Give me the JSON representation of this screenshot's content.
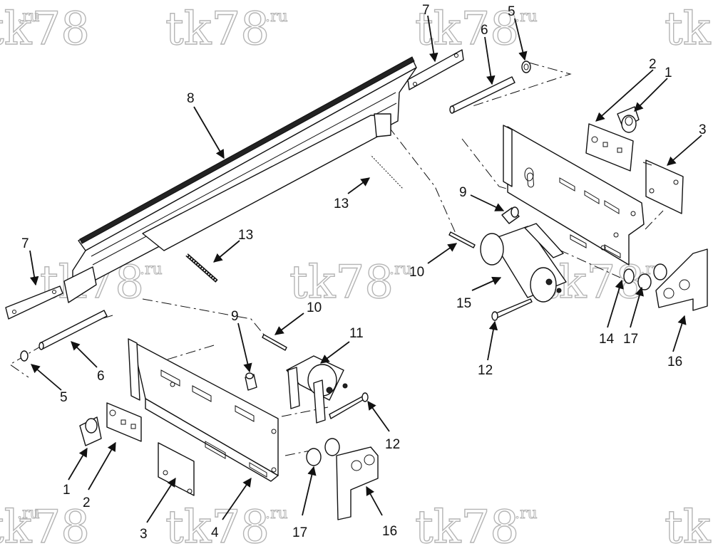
{
  "watermark": {
    "main": "tk78",
    "suffix": ".ru"
  },
  "callouts": [
    {
      "id": "c8",
      "text": "8"
    },
    {
      "id": "c7a",
      "text": "7"
    },
    {
      "id": "c6a",
      "text": "6"
    },
    {
      "id": "c5a",
      "text": "5"
    },
    {
      "id": "c2a",
      "text": "2"
    },
    {
      "id": "c1a",
      "text": "1"
    },
    {
      "id": "c3a",
      "text": "3"
    },
    {
      "id": "c13a",
      "text": "13"
    },
    {
      "id": "c9a",
      "text": "9"
    },
    {
      "id": "c10a",
      "text": "10"
    },
    {
      "id": "c13b",
      "text": "13"
    },
    {
      "id": "c7b",
      "text": "7"
    },
    {
      "id": "c15",
      "text": "15"
    },
    {
      "id": "c14",
      "text": "14"
    },
    {
      "id": "c17a",
      "text": "17"
    },
    {
      "id": "c16a",
      "text": "16"
    },
    {
      "id": "c12a",
      "text": "12"
    },
    {
      "id": "c10b",
      "text": "10"
    },
    {
      "id": "c9b",
      "text": "9"
    },
    {
      "id": "c11",
      "text": "11"
    },
    {
      "id": "c6b",
      "text": "6"
    },
    {
      "id": "c5b",
      "text": "5"
    },
    {
      "id": "c12b",
      "text": "12"
    },
    {
      "id": "c1b",
      "text": "1"
    },
    {
      "id": "c2b",
      "text": "2"
    },
    {
      "id": "c3b",
      "text": "3"
    },
    {
      "id": "c4",
      "text": "4"
    },
    {
      "id": "c17b",
      "text": "17"
    },
    {
      "id": "c16b",
      "text": "16"
    }
  ]
}
